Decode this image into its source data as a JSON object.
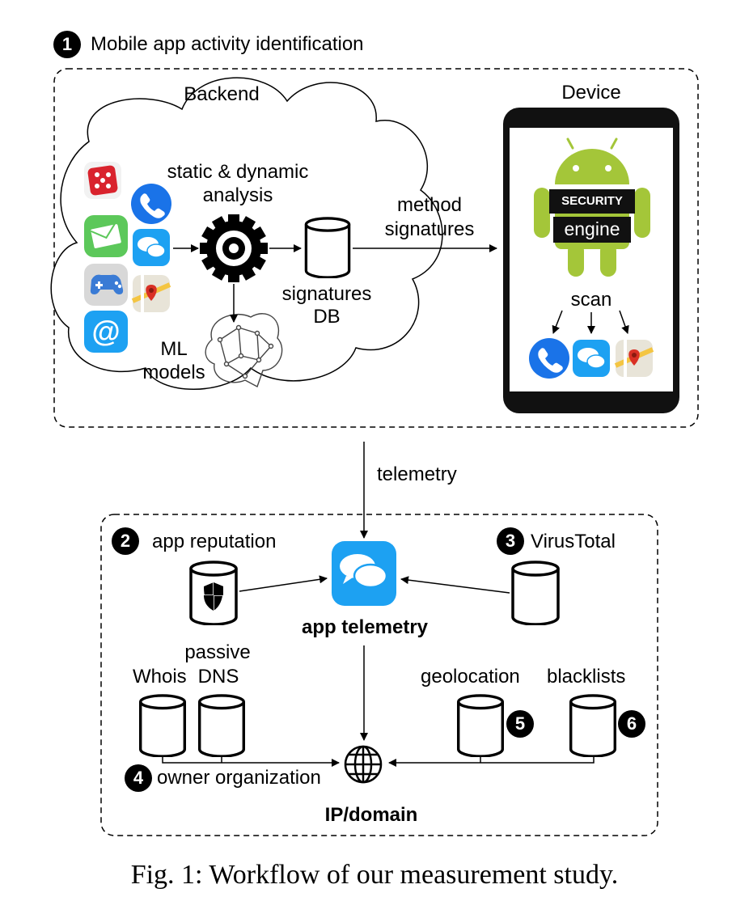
{
  "section1": {
    "badge": "1",
    "title": "Mobile app activity identification"
  },
  "backend": {
    "label": "Backend",
    "analysis_label_line1": "static & dynamic",
    "analysis_label_line2": "analysis",
    "db_label_line1": "signatures",
    "db_label_line2": "DB",
    "ml_label_line1": "ML",
    "ml_label_line2": "models"
  },
  "flow": {
    "method_signatures_line1": "method",
    "method_signatures_line2": "signatures",
    "telemetry": "telemetry"
  },
  "device": {
    "label": "Device",
    "security_word": "SECURITY",
    "engine_word": "engine",
    "scan": "scan"
  },
  "section2": {
    "badge": "2",
    "label": "app reputation"
  },
  "section3": {
    "badge": "3",
    "label": "VirusTotal"
  },
  "section4": {
    "badge": "4",
    "label": "owner organization"
  },
  "section5": {
    "badge": "5",
    "label": "geolocation"
  },
  "section6": {
    "badge": "6",
    "label": "blacklists"
  },
  "telemetry_hub": {
    "label": "app telemetry"
  },
  "sources": {
    "whois": "Whois",
    "passive_line1": "passive",
    "passive_line2": "DNS"
  },
  "ip": {
    "label": "IP/domain"
  },
  "caption": "Fig. 1: Workflow of our measurement study.",
  "icons": [
    "dice-icon",
    "phone-icon",
    "mail-icon",
    "chat-icon",
    "gamepad-icon",
    "map-icon",
    "at-icon",
    "gear-icon",
    "database-icon",
    "brain-icon",
    "android-icon",
    "globe-icon",
    "shield-icon"
  ],
  "colors": {
    "android_green": "#a4c639",
    "app_blue": "#1da1f2",
    "phone_blue": "#1a73e8",
    "dice_red": "#d9232d",
    "mail_green": "#5cc85a"
  }
}
